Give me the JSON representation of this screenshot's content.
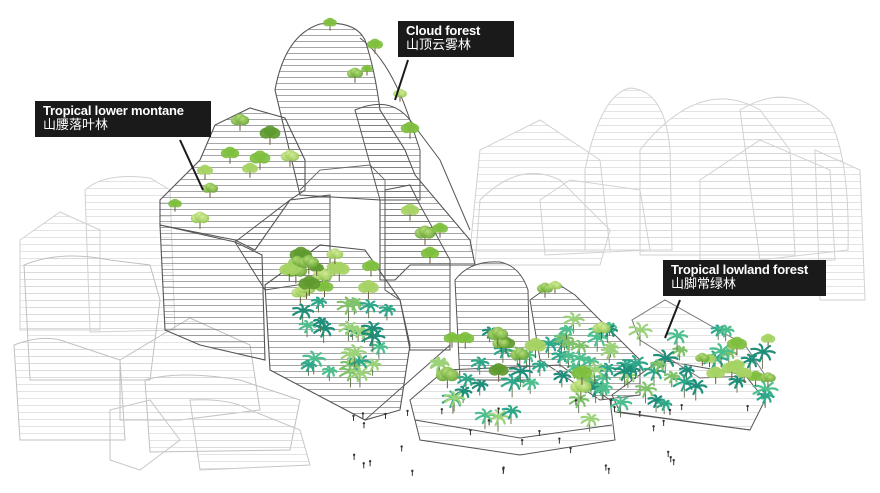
{
  "annotations": {
    "cloud_forest": {
      "en": "Cloud forest",
      "zh": "山顶云雾林"
    },
    "tropical_lower_montane": {
      "en": "Tropical lower montane",
      "zh": "山腰落叶林"
    },
    "tropical_lowland_forest": {
      "en": "Tropical lowland forest",
      "zh": "山脚常绿林"
    }
  },
  "colors": {
    "callout_bg": "#1a1a1a",
    "callout_text": "#ffffff",
    "building_stroke": "#5a5a5a",
    "background_building_stroke": "#c8c8c8",
    "deciduous_green": "#7fbf3f",
    "lowland_teal": "#2fa88a"
  },
  "icons": [
    "tree-icon",
    "palm-icon",
    "person-icon"
  ]
}
